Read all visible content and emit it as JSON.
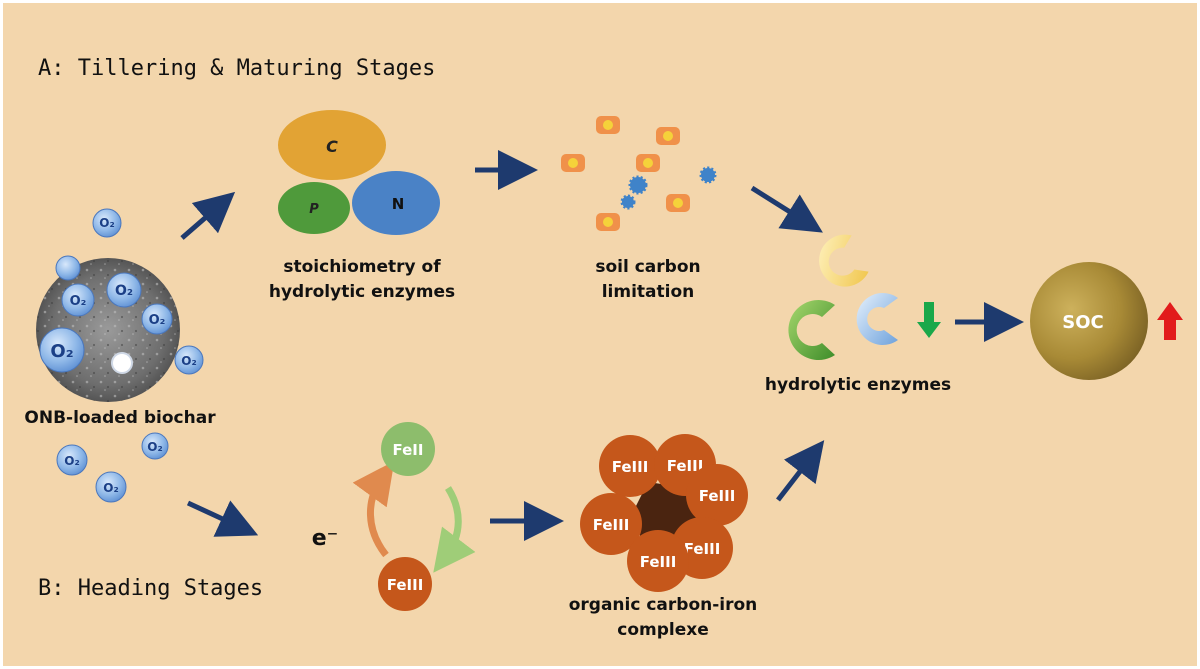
{
  "stages": {
    "a_title": "A:  Tillering & Maturing Stages",
    "b_title": "B:  Heading Stages"
  },
  "stoich": {
    "c": "C",
    "p": "P",
    "n": "N",
    "label_line1": "stoichiometry of",
    "label_line2": "hydrolytic enzymes"
  },
  "soil": {
    "label_line1": "soil carbon",
    "label_line2": "limitation"
  },
  "biochar": {
    "label": "ONB-loaded biochar",
    "o2": "O₂"
  },
  "enzymes": {
    "label": "hydrolytic enzymes"
  },
  "soc": {
    "label": "SOC"
  },
  "iron_cycle": {
    "fe2": "FeII",
    "fe3": "FeIII",
    "electron": "e⁻"
  },
  "complex": {
    "fe3": "FeIII",
    "label_line1": "organic carbon-iron",
    "label_line2": "complexe"
  },
  "colors": {
    "background": "#f3d6ac",
    "arrow": "#1e3a6e",
    "c_ellipse": "#e2a334",
    "p_ellipse": "#4f9a3b",
    "n_ellipse": "#4a82c6",
    "fe_orange": "#c5571b",
    "fe2_green": "#8dbd6c",
    "soc_gold": "#a88a36",
    "up_arrow": "#e21b1b",
    "down_arrow": "#1aa84a"
  }
}
